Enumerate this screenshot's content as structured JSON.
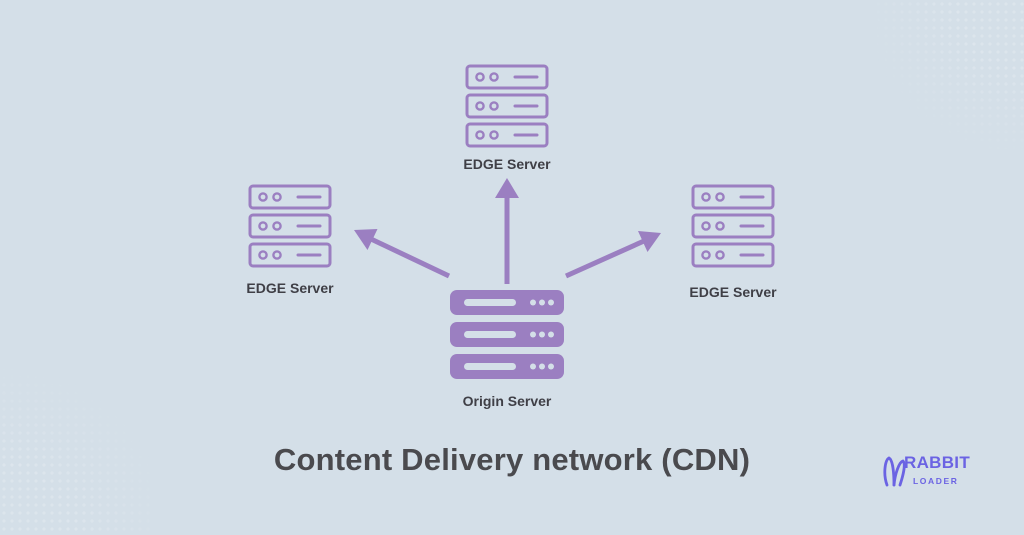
{
  "diagram": {
    "title": "Content Delivery network (CDN)",
    "nodes": {
      "edge_top": {
        "label": "EDGE Server",
        "icon": "server-rack-icon"
      },
      "edge_left": {
        "label": "EDGE Server",
        "icon": "server-rack-icon"
      },
      "edge_right": {
        "label": "EDGE Server",
        "icon": "server-rack-icon"
      },
      "origin": {
        "label": "Origin Server",
        "icon": "server-stack-icon"
      }
    },
    "edges": [
      {
        "from": "origin",
        "to": "edge_top"
      },
      {
        "from": "origin",
        "to": "edge_left"
      },
      {
        "from": "origin",
        "to": "edge_right"
      }
    ]
  },
  "brand": {
    "name_line1": "RABBIT",
    "name_line2": "LOADER",
    "icon": "rabbit-ears-icon",
    "color": "#6b63e3"
  },
  "colors": {
    "background": "#d4dfe8",
    "accent": "#9b7fc1",
    "text": "#3f3f46"
  }
}
